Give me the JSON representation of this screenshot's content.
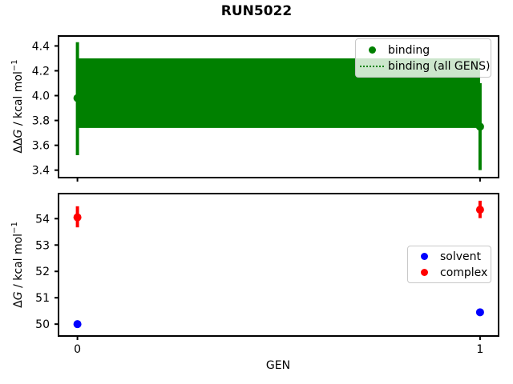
{
  "figure": {
    "title": "RUN5022",
    "xlabel": "GEN",
    "background": "#ffffff"
  },
  "chart_data": [
    {
      "type": "scatter",
      "name": "binding-free-energy",
      "title": "RUN5022",
      "ylabel": "ΔΔG / kcal mol⁻¹",
      "ylabel_parts": {
        "delta": "ΔΔ",
        "symbol": "G",
        "unit": " / kcal mol",
        "exponent": "−1"
      },
      "xlim": [
        -0.047,
        1.046
      ],
      "ylim": [
        3.34,
        4.48
      ],
      "yticks": {
        "values": [
          3.4,
          3.6,
          3.8,
          4.0,
          4.2,
          4.4
        ],
        "labels": [
          "3.4",
          "3.6",
          "3.8",
          "4.0",
          "4.2",
          "4.4"
        ]
      },
      "xticks": {
        "values": [
          0,
          1
        ],
        "labels": [
          "0",
          "1"
        ],
        "show_labels": false
      },
      "grid": false,
      "series": [
        {
          "name": "binding",
          "color": "#008000",
          "marker": "circle",
          "points": [
            {
              "x": 0,
              "y": 3.98,
              "err_low": 3.52,
              "err_high": 4.43
            },
            {
              "x": 1,
              "y": 3.75,
              "err_low": 3.4,
              "err_high": 4.1
            }
          ]
        }
      ],
      "band": {
        "label": "binding (all GENS)",
        "color": "#008000",
        "x_from": 0,
        "x_to": 1,
        "y_low": 3.74,
        "y_high": 4.3,
        "y_mid": 4.02,
        "line_style": "dotted"
      },
      "legend": {
        "location": "upper right",
        "entries": [
          {
            "label": "binding",
            "glyph": "dot",
            "color": "#008000"
          },
          {
            "label": "binding (all GENS)",
            "glyph": "dotted-line",
            "color": "#008000"
          }
        ]
      }
    },
    {
      "type": "scatter",
      "name": "component-free-energies",
      "ylabel": "ΔG / kcal mol⁻¹",
      "ylabel_parts": {
        "delta": "Δ",
        "symbol": "G",
        "unit": " / kcal mol",
        "exponent": "−1"
      },
      "xlabel": "GEN",
      "xlim": [
        -0.047,
        1.046
      ],
      "ylim": [
        49.55,
        54.95
      ],
      "yticks": {
        "values": [
          50,
          51,
          52,
          53,
          54
        ],
        "labels": [
          "50",
          "51",
          "52",
          "53",
          "54"
        ]
      },
      "xticks": {
        "values": [
          0,
          1
        ],
        "labels": [
          "0",
          "1"
        ],
        "show_labels": true
      },
      "grid": false,
      "series": [
        {
          "name": "solvent",
          "color": "#0000ff",
          "marker": "circle",
          "points": [
            {
              "x": 0,
              "y": 50.0,
              "err_low": 49.93,
              "err_high": 50.07
            },
            {
              "x": 1,
              "y": 50.45,
              "err_low": 50.38,
              "err_high": 50.52
            }
          ]
        },
        {
          "name": "complex",
          "color": "#ff0000",
          "marker": "circle",
          "points": [
            {
              "x": 0,
              "y": 54.05,
              "err_low": 53.67,
              "err_high": 54.47
            },
            {
              "x": 1,
              "y": 54.34,
              "err_low": 54.02,
              "err_high": 54.68
            }
          ]
        }
      ],
      "legend": {
        "location": "center right",
        "entries": [
          {
            "label": "solvent",
            "glyph": "dot",
            "color": "#0000ff"
          },
          {
            "label": "complex",
            "glyph": "dot",
            "color": "#ff0000"
          }
        ]
      }
    }
  ]
}
